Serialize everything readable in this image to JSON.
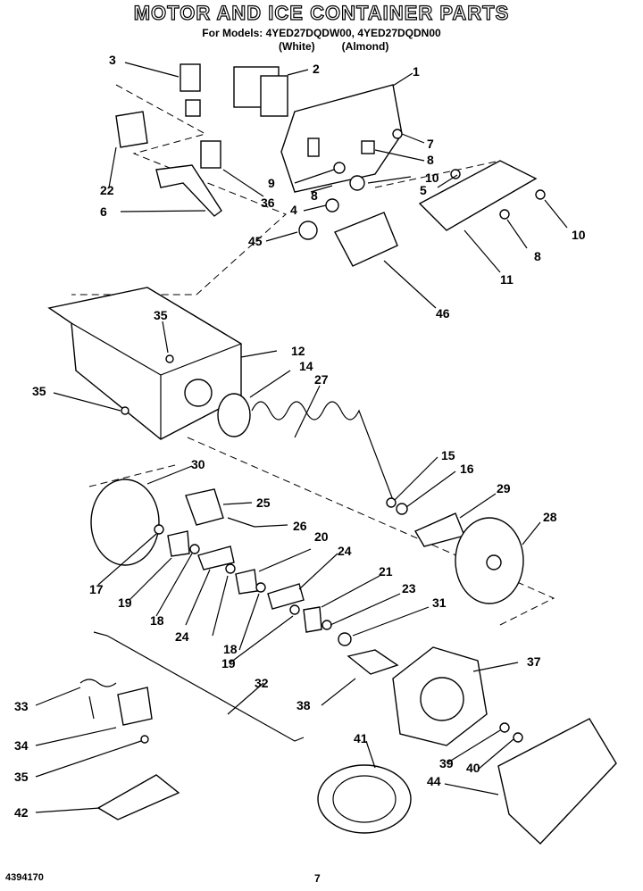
{
  "title": "MOTOR AND ICE CONTAINER PARTS",
  "models_line": "For Models: 4YED27DQDW00, 4YED27DQDN00",
  "colors": [
    "(White)",
    "(Almond)"
  ],
  "doc_number": "4394170",
  "page_number": "7",
  "callouts": [
    "1",
    "2",
    "3",
    "4",
    "5",
    "6",
    "7",
    "8",
    "8",
    "8",
    "9",
    "10",
    "10",
    "11",
    "12",
    "14",
    "15",
    "16",
    "17",
    "18",
    "18",
    "19",
    "19",
    "20",
    "21",
    "22",
    "23",
    "24",
    "24",
    "25",
    "26",
    "27",
    "28",
    "29",
    "30",
    "31",
    "32",
    "33",
    "34",
    "35",
    "35",
    "35",
    "36",
    "37",
    "38",
    "39",
    "40",
    "41",
    "42",
    "44",
    "45",
    "46"
  ]
}
